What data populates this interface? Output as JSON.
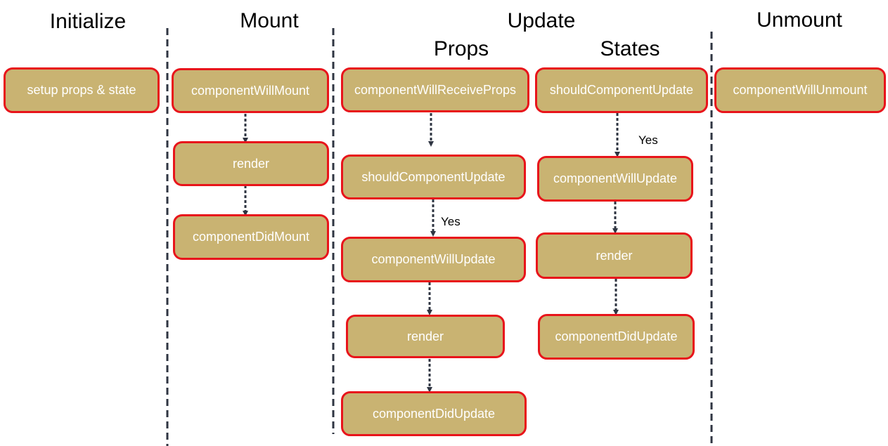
{
  "headers": {
    "initialize": "Initialize",
    "mount": "Mount",
    "update": "Update",
    "unmount": "Unmount",
    "props": "Props",
    "states": "States"
  },
  "initialize": {
    "steps": [
      "setup props & state"
    ]
  },
  "mount": {
    "steps": [
      "componentWillMount",
      "render",
      "componentDidMount"
    ]
  },
  "update_props": {
    "steps": [
      "componentWillReceiveProps",
      "shouldComponentUpdate",
      "componentWillUpdate",
      "render",
      "componentDidUpdate"
    ],
    "yes_label": "Yes"
  },
  "update_states": {
    "steps": [
      "shouldComponentUpdate",
      "componentWillUpdate",
      "render",
      "componentDidUpdate"
    ],
    "yes_label": "Yes"
  },
  "unmount": {
    "steps": [
      "componentWillUnmount"
    ]
  },
  "colors": {
    "box_fill": "#c9b372",
    "box_border": "#e8141b",
    "box_text": "#ffffff",
    "separator": "#2f3542",
    "arrow": "#2f3542"
  }
}
